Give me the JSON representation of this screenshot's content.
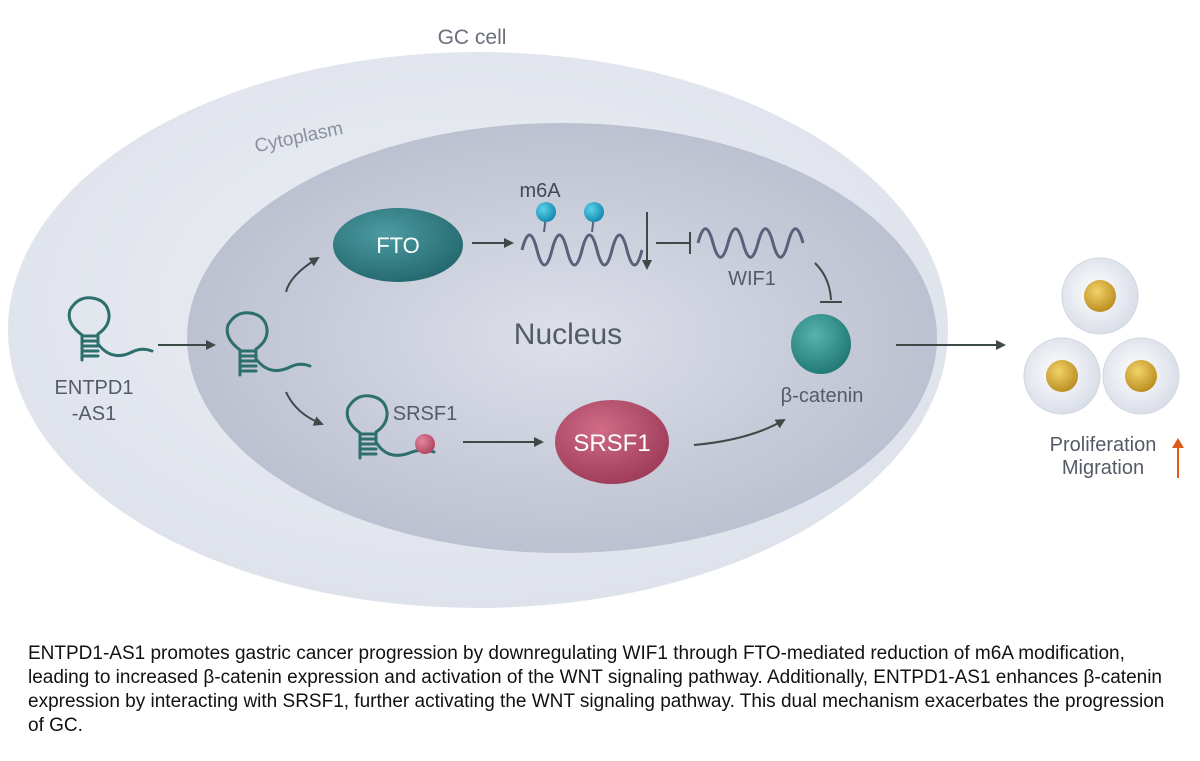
{
  "labels": {
    "gc_cell": "GC cell",
    "cytoplasm": "Cytoplasm",
    "nucleus": "Nucleus",
    "m6a": "m6A",
    "fto": "FTO",
    "wif1": "WIF1",
    "srsf1_small": "SRSF1",
    "srsf1_protein": "SRSF1",
    "beta_catenin": "β-catenin",
    "entpd1_line1": "ENTPD1",
    "entpd1_line2": "-AS1",
    "proliferation": "Proliferation",
    "migration": "Migration"
  },
  "colors": {
    "cell_outer": "#e4e7ef",
    "nucleus_fill": "#c8ccda",
    "fto": "#2f7f86",
    "srsf1": "#b8506e",
    "beta_catenin": "#2f8f8c",
    "m6a_dot": "#1ba3c6",
    "rna_line": "#2d6f6c",
    "arrow": "#3e4a47",
    "up_arrow": "#e05a1e",
    "cell_core": "#d7a62e"
  },
  "caption": "ENTPD1-AS1 promotes gastric cancer progression by downregulating WIF1 through FTO-mediated reduction of m6A modification, leading to increased β-catenin expression and activation of the WNT signaling pathway. Additionally, ENTPD1-AS1 enhances β-catenin expression by interacting with SRSF1, further activating the WNT signaling pathway. This dual mechanism exacerbates the progression of GC."
}
